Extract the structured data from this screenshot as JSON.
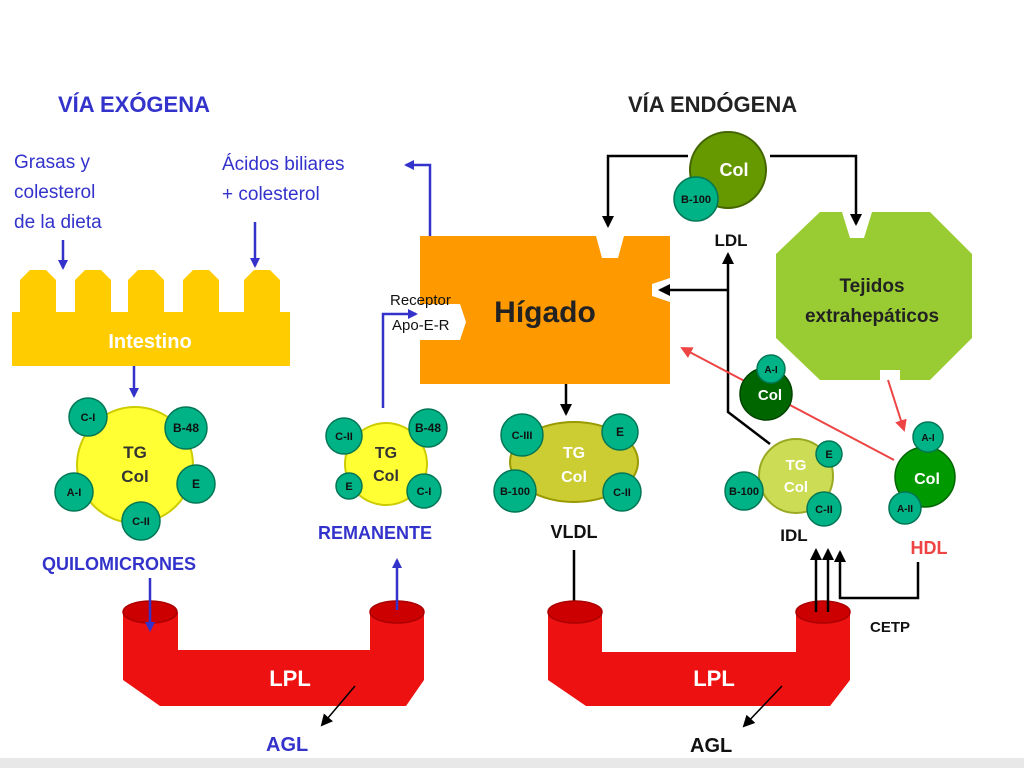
{
  "titles": {
    "exogenous": "VÍA EXÓGENA",
    "endogenous": "VÍA ENDÓGENA"
  },
  "exogenous": {
    "diet_line1": "Grasas y",
    "diet_line2": "colesterol",
    "diet_line3": "de la dieta",
    "bile_line1": "Ácidos biliares",
    "bile_line2": "+ colesterol",
    "intestine": "Intestino",
    "chylomicron": {
      "core1": "TG",
      "core2": "Col",
      "apo1": "C-I",
      "apo2": "B-48",
      "apo3": "A-I",
      "apo4": "E",
      "apo5": "C-II",
      "label": "QUILOMICRONES"
    },
    "remnant": {
      "core1": "TG",
      "core2": "Col",
      "apo1": "C-II",
      "apo2": "B-48",
      "apo3": "E",
      "apo4": "C-I",
      "label": "REMANENTE"
    },
    "lpl": "LPL",
    "agl": "AGL"
  },
  "liver": {
    "label": "Hígado",
    "receptor1": "Receptor",
    "receptor2": "Apo-E-R"
  },
  "endogenous": {
    "vldl": {
      "core1": "TG",
      "core2": "Col",
      "apo1": "C-III",
      "apo2": "E",
      "apo3": "B-100",
      "apo4": "C-II",
      "label": "VLDL"
    },
    "ldl": {
      "core": "Col",
      "apo": "B-100",
      "label": "LDL"
    },
    "tissues_line1": "Tejidos",
    "tissues_line2": "extrahepáticos",
    "idl": {
      "core1": "TG",
      "core2": "Col",
      "apo1": "E",
      "apo2": "B-100",
      "apo3": "C-II",
      "label": "IDL"
    },
    "hdl_small": {
      "core": "Col",
      "apo": "A-I"
    },
    "hdl": {
      "core": "Col",
      "apo1": "A-I",
      "apo2": "A-II",
      "label": "HDL"
    },
    "cetp": "CETP",
    "lpl": "LPL",
    "agl": "AGL"
  },
  "colors": {
    "blue": "#3333cc",
    "intestine": "#ffcc00",
    "liver": "#ff9900",
    "lipo_core": "#ffff33",
    "apo": "#00b386",
    "vessel": "#ee1111",
    "tissue": "#99cc33",
    "hdl_red": "#ee4444"
  }
}
